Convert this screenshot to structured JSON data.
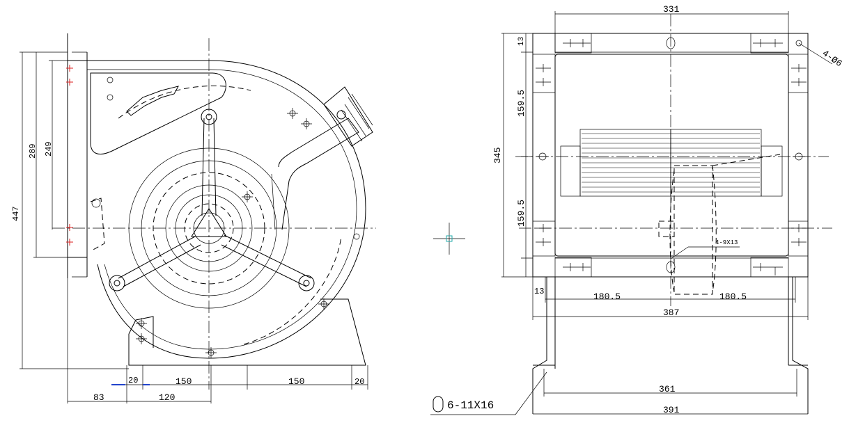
{
  "side_view": {
    "dims": {
      "height_447": "447",
      "height_289": "289",
      "height_249": "249",
      "bottom_20_left": "20",
      "bottom_150_left": "150",
      "bottom_150_right": "150",
      "bottom_20_right": "20",
      "bottom_83": "83",
      "bottom_120": "120"
    }
  },
  "front_view": {
    "dims": {
      "top_331": "331",
      "top_13": "13",
      "left_159_5_top": "159.5",
      "left_345": "345",
      "left_159_5_bottom": "159.5",
      "hole_note": "4-Ø6",
      "slot_note": "4-9X13",
      "mid_13": "13",
      "mid_180_5_left": "180.5",
      "mid_180_5_right": "180.5",
      "width_387": "387",
      "width_361": "361",
      "width_391": "391",
      "base_slot_note": "6-11X16"
    }
  },
  "colors": {
    "line": "#000000",
    "marker_red": "#dd2222",
    "marker_cyan": "#22aaaa",
    "marker_blue": "#2244cc"
  }
}
